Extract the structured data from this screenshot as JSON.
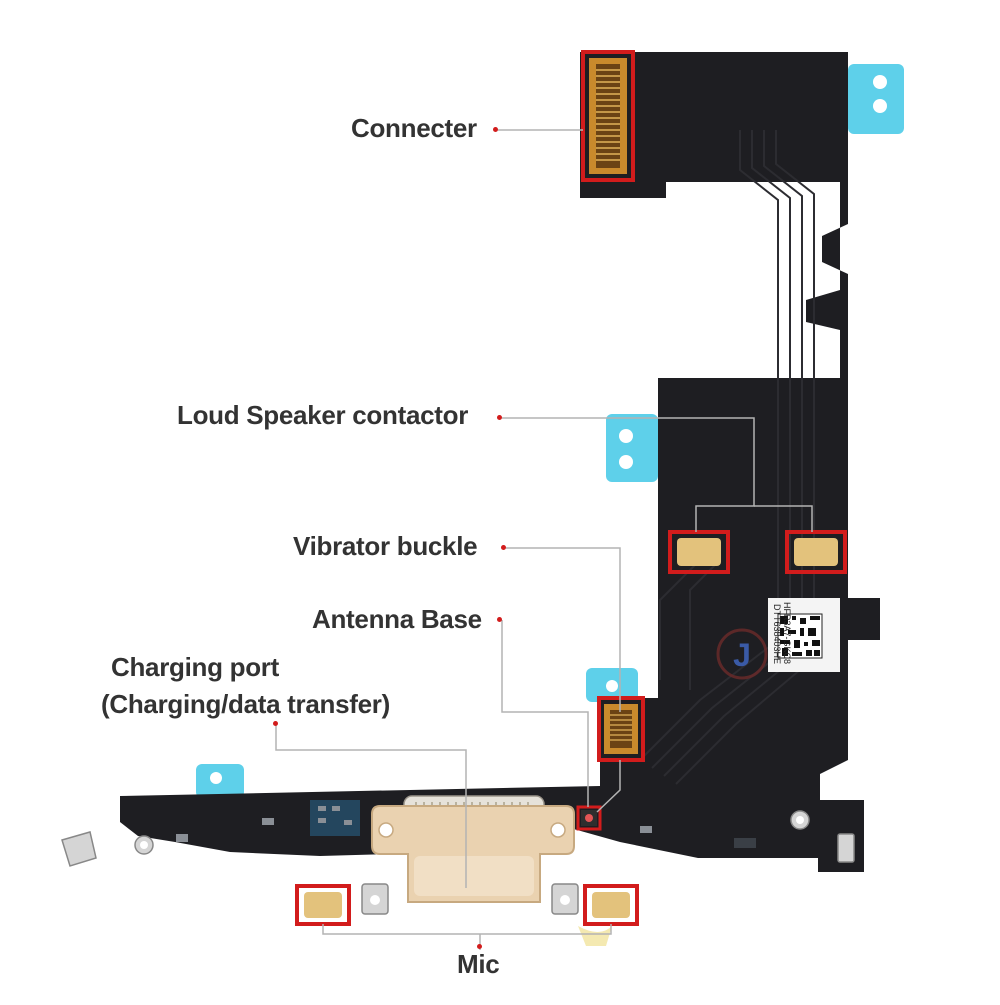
{
  "colors": {
    "flex_black": "#1e1e22",
    "flex_trace": "#2c2c31",
    "highlight_red": "#d21c1c",
    "leader_line": "#b3b3b3",
    "label_text": "#333333",
    "stiffener_blue": "#5ed0ea",
    "contact_gold": "#e3c27c",
    "port_gold": "#ead2b0"
  },
  "labels": {
    "connector": "Connecter",
    "loud_speaker": "Loud Speaker contactor",
    "vibrator": "Vibrator buckle",
    "antenna": "Antenna Base",
    "charging_line1": "Charging port",
    "charging_line2": "(Charging/data transfer)",
    "mic": "Mic"
  },
  "board_marking": {
    "part_code": "HFR3A7-GKC8",
    "serial": "DTT638403HE",
    "logo_letter": "J"
  }
}
